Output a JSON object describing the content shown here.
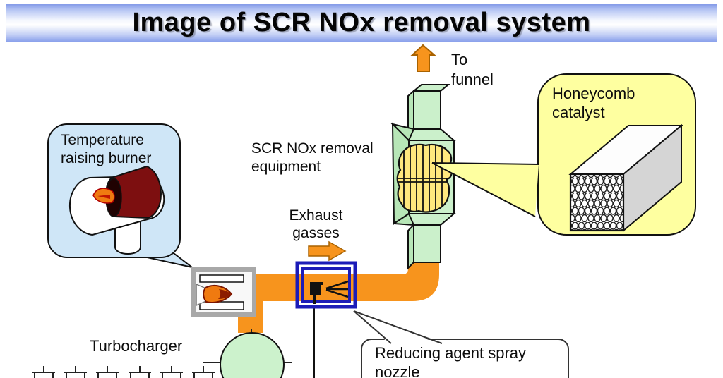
{
  "title": "Image of SCR NOx removal system",
  "labels": {
    "to_funnel": "To\nfunnel",
    "honeycomb_catalyst": "Honeycomb\ncatalyst",
    "scr_equipment": "SCR NOx removal\nequipment",
    "exhaust_gasses": "Exhaust\ngasses",
    "temperature_burner": "Temperature\nraising burner",
    "turbocharger": "Turbocharger",
    "reducing_nozzle": "Reducing agent spray\nnozzle"
  },
  "icons": {
    "to_funnel_arrow": "up-arrow-icon",
    "exhaust_flow_arrow": "right-arrow-icon"
  },
  "colors": {
    "banner_blue": "#8AA1EC",
    "pipe_orange": "#F7941D",
    "arrow_outline": "#A86200",
    "equipment_green": "#CBF0CB",
    "equipment_green_side": "#B7E6B7",
    "catalyst_yellow": "#FFE87E",
    "callout_yellow": "#FEFFA0",
    "callout_blue": "#CFE6F7",
    "nozzle_box_blue": "#1C1CB8",
    "burner_dark_red": "#7D0F10",
    "flame_orange": "#F07A10",
    "burner_box_gray": "#A8A8A8",
    "honeycomb_side_gray": "#D5D5D5",
    "outline_black": "#111111"
  }
}
